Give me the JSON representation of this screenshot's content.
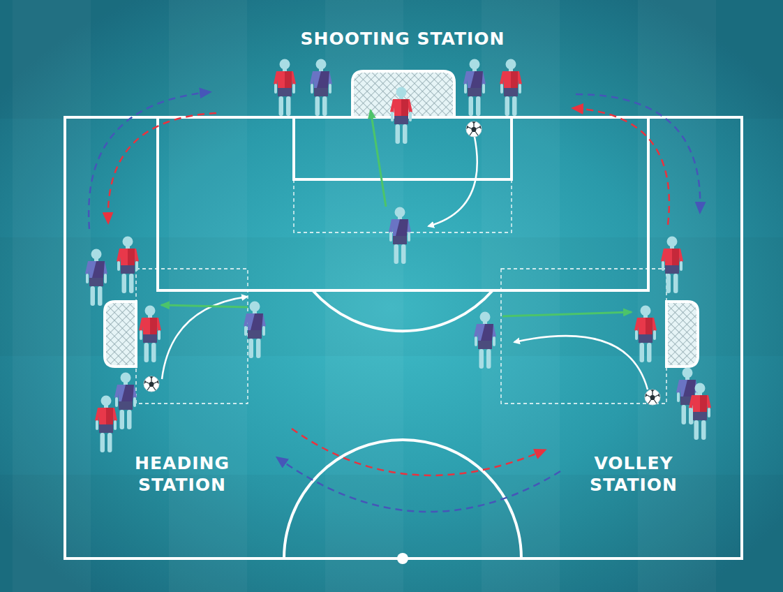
{
  "diagram": {
    "labels": [
      "SHOOTING STATION",
      "HEADING STATION",
      "VOLLEY STATION"
    ]
  }
}
